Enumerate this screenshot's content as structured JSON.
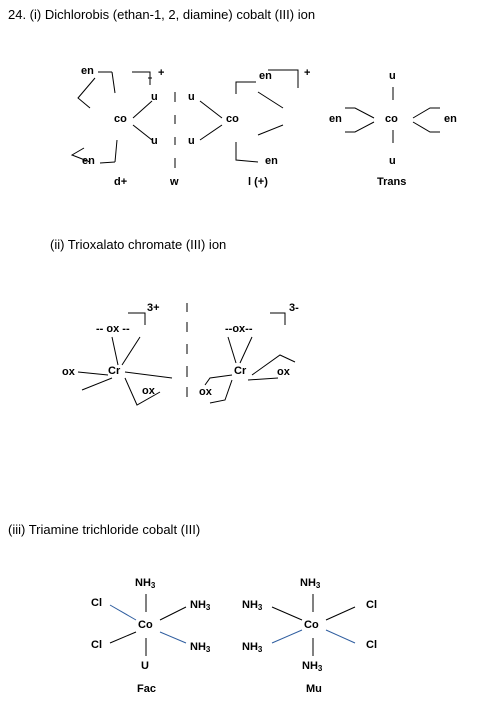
{
  "q24": {
    "title": "24.  (i) Dichlorobis (ethan-1, 2, diamine) cobalt (III) ion",
    "d_isomer": {
      "en_top": "en",
      "en_bottom": "en",
      "center": "co",
      "charge": "+",
      "ligand1": "u",
      "ligand2": "u",
      "caption": "d+"
    },
    "mirror": {
      "caption": "w"
    },
    "l_isomer": {
      "en_top": "en",
      "en_bottom": "en",
      "center": "co",
      "charge": "+",
      "ligand1": "u",
      "ligand2": "u",
      "caption": "l (+)"
    },
    "trans": {
      "ligand_top": "u",
      "ligand_bottom": "u",
      "en_left": "en",
      "en_right": "en",
      "center": "co",
      "caption": "Trans"
    }
  },
  "part2": {
    "title": "(ii) Trioxalato chromate (III) ion",
    "left": {
      "ox_top": "-- ox --",
      "ox_left": "ox",
      "ox_bottom": "ox",
      "center": "Cr",
      "charge": "3+"
    },
    "right": {
      "ox_top": "--ox--",
      "ox_right": "ox",
      "ox_bottom": "ox",
      "center": "Cr",
      "charge": "3-"
    }
  },
  "part3": {
    "title": "(iii) Triamine trichloride cobalt (III)",
    "fac": {
      "nh3_top": "NH",
      "nh3_right1": "NH",
      "nh3_right2": "NH",
      "nh3_sub": "3",
      "cl_top": "Cl",
      "cl_bottom": "Cl",
      "bottom_ligand": "U",
      "center": "Co",
      "caption": "Fac"
    },
    "mer": {
      "nh3_top": "NH",
      "nh3_left1": "NH",
      "nh3_left2": "NH",
      "nh3_bottom": "NH",
      "nh3_sub": "3",
      "cl_top": "Cl",
      "cl_bottom": "Cl",
      "center": "Co",
      "caption": "Mu"
    }
  }
}
